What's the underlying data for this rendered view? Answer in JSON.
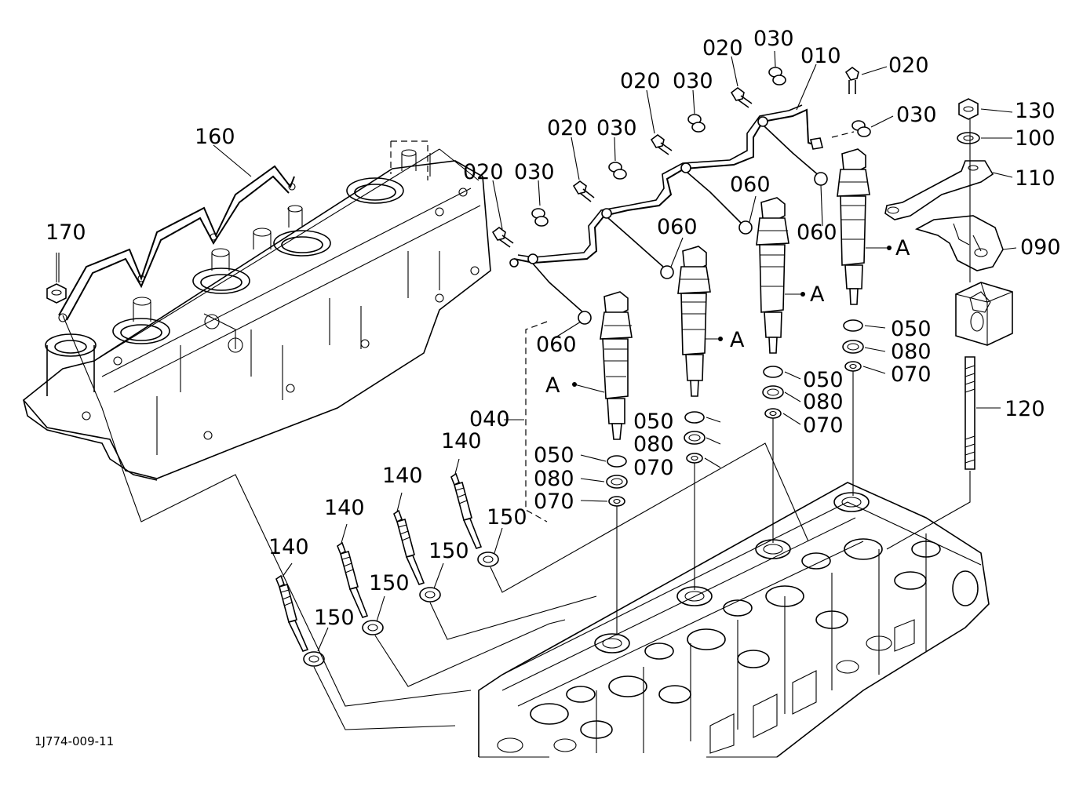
{
  "drawing_id": "1J774-009-11",
  "callouts": {
    "c160": "160",
    "c170": "170",
    "c020a": "020",
    "c030a": "030",
    "c020b": "020",
    "c030b": "030",
    "c020c": "020",
    "c030c": "030",
    "c020d": "020",
    "c030d": "030",
    "c010": "010",
    "c020e": "020",
    "c030e": "030",
    "c130": "130",
    "c100": "100",
    "c110": "110",
    "c090": "090",
    "c120": "120",
    "c060a": "060",
    "c060b": "060",
    "c060c": "060",
    "c060d": "060",
    "cA1": "A",
    "cA2": "A",
    "cA3": "A",
    "cA4": "A",
    "c040": "040",
    "c050a": "050",
    "c080a": "080",
    "c070a": "070",
    "c050b": "050",
    "c080b": "080",
    "c070b": "070",
    "c050c": "050",
    "c080c": "080",
    "c070c": "070",
    "c050d": "050",
    "c080d": "080",
    "c070d": "070",
    "c140a": "140",
    "c140b": "140",
    "c140c": "140",
    "c140d": "140",
    "c150a": "150",
    "c150b": "150",
    "c150c": "150",
    "c150d": "150"
  }
}
